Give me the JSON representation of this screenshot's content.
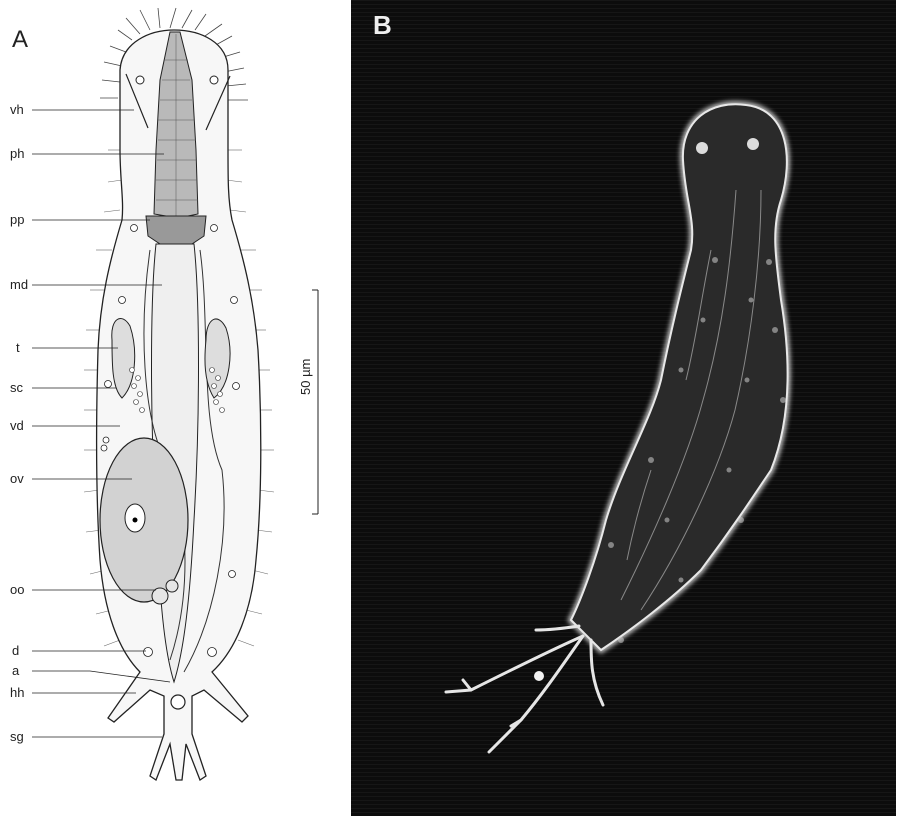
{
  "figure": {
    "panel_a": {
      "letter": "A",
      "labels": {
        "vh": "vh",
        "ph": "ph",
        "pp": "pp",
        "md": "md",
        "t": "t",
        "sc": "sc",
        "vd": "vd",
        "ov": "ov",
        "oo": "oo",
        "d": "d",
        "a": "a",
        "hh": "hh",
        "sg": "sg"
      },
      "scale_bar": "50 µm"
    },
    "panel_b": {
      "letter": "B"
    }
  },
  "colors": {
    "ink": "#222222",
    "photo_background": "#0c0c0c",
    "animal_glow": "#e8e8e8"
  }
}
